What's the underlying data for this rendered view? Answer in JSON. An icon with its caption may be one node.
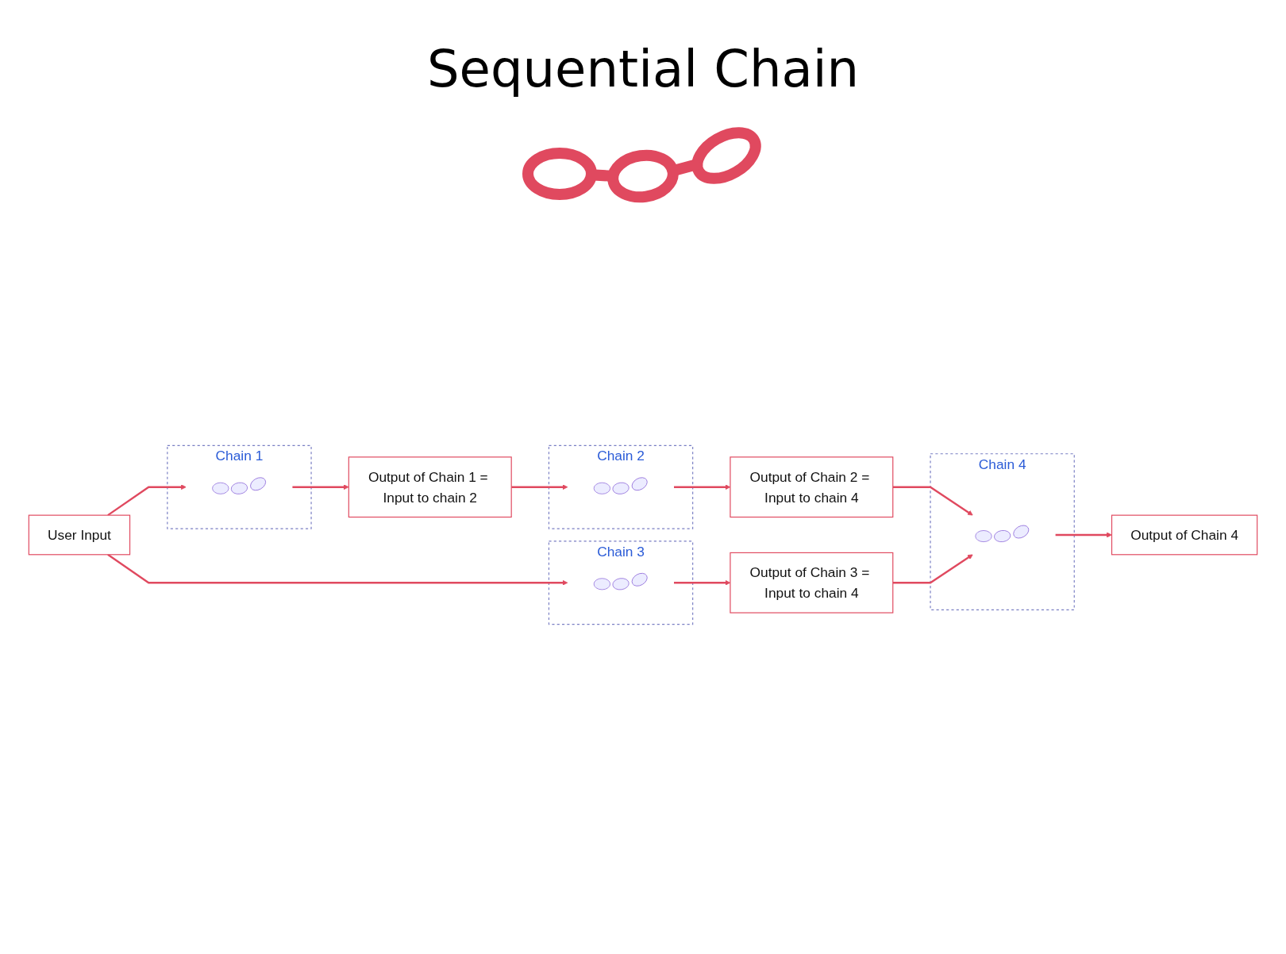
{
  "diagram": {
    "title": "Sequential Chain",
    "nodes": [
      {
        "text": [
          "User Input"
        ]
      },
      {
        "text": [
          "Chain 1"
        ]
      },
      {
        "text": [],
        "shape": "picture",
        "in": 1
      },
      {
        "text": [
          "Output of Chain 1 = Input to chain 2"
        ]
      },
      {
        "text": [
          "Chain 2"
        ]
      },
      {
        "text": [],
        "shape": "picture",
        "in": 4
      },
      {
        "text": [
          "Output of Chain 2 = Input to chain 4"
        ]
      },
      {
        "text": [
          "Chain 3"
        ]
      },
      {
        "text": [],
        "shape": "picture",
        "in": 7
      },
      {
        "text": [
          "Output of Chain 3 = Input to chain 4"
        ]
      },
      {
        "text": [
          "Chain 4"
        ]
      },
      {
        "text": [],
        "shape": "picture",
        "in": 10
      },
      {
        "text": [
          "Output of Chain 4"
        ]
      }
    ],
    "edges": [
      {
        "from": 0,
        "to": 2,
        "arrow": "to"
      },
      {
        "from": 2,
        "to": 3,
        "arrow": "to"
      },
      {
        "from": 3,
        "to": 5,
        "arrow": "to"
      },
      {
        "from": 5,
        "to": 6,
        "arrow": "to"
      },
      {
        "from": 0,
        "to": 8,
        "arrow": "to"
      },
      {
        "from": 8,
        "to": 9,
        "arrow": "to"
      },
      {
        "from": 6,
        "to": 11,
        "arrow": "to"
      },
      {
        "from": 9,
        "to": 11,
        "arrow": "to"
      },
      {
        "from": 11,
        "to": 12,
        "arrow": "to"
      }
    ]
  }
}
